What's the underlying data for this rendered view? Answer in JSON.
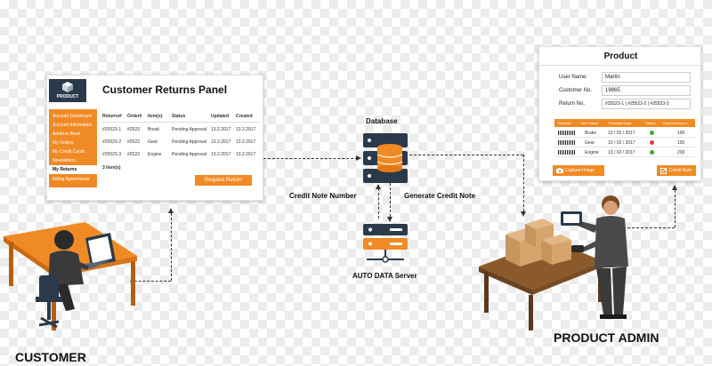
{
  "colors": {
    "accent": "#f08a24",
    "navy": "#2b3a4a",
    "status_green": "#3aaa35",
    "status_red": "#e53935"
  },
  "customer_panel": {
    "logo_text": "PRODUCT",
    "title": "Customer Returns Panel",
    "sidebar": [
      "Account Dashboard",
      "Account Information",
      "Address Book",
      "My Orders",
      "My Credit Cards",
      "Newsletters",
      "My Returns",
      "Billing Agreements"
    ],
    "table_headers": [
      "Returns#",
      "Order#",
      "Item(s)",
      "Status",
      "Updated",
      "Created"
    ],
    "rows": [
      [
        "#25523-1",
        "#2523",
        "Break",
        "Pending Approval",
        "13.2.2017",
        "13.2.2017"
      ],
      [
        "#25523-2",
        "#2523",
        "Gear",
        "Pending Approval",
        "13.2.2017",
        "13.2.2017"
      ],
      [
        "#25523-3",
        "#2523",
        "Engine",
        "Pending Approval",
        "13.2.2017",
        "13.2.2017"
      ]
    ],
    "item_count": "3 Item(s)",
    "button": "Request Return"
  },
  "product_panel": {
    "title": "Product",
    "user_name_label": "User Name:",
    "user_name_value": "Martin",
    "customer_no_label": "Customer No.",
    "customer_no_value": "19865",
    "return_no_label": "Return No.",
    "return_no_value": "#25523-1  |  #25523-2  |  #25523-3",
    "table_headers": [
      "Barcode",
      "Item Name",
      "Purchase Date",
      "Status",
      "Return Amount"
    ],
    "rows": [
      {
        "item": "Brake",
        "date": "13 / 02 / 2017",
        "status": "green",
        "amount": "100"
      },
      {
        "item": "Gear",
        "date": "13 / 02 / 2017",
        "status": "red",
        "amount": "150"
      },
      {
        "item": "Engine",
        "date": "13 / 02 / 2017",
        "status": "green",
        "amount": "200"
      }
    ],
    "capture_button": "Capture Image",
    "credit_button": "Credit Note"
  },
  "labels": {
    "database": "Database",
    "credit_note_number": "Credit Note Number",
    "generate_credit_note": "Generate Credit Note",
    "auto_data_server": "AUTO DATA Server",
    "customer": "CUSTOMER",
    "product_admin": "PRODUCT ADMIN"
  }
}
